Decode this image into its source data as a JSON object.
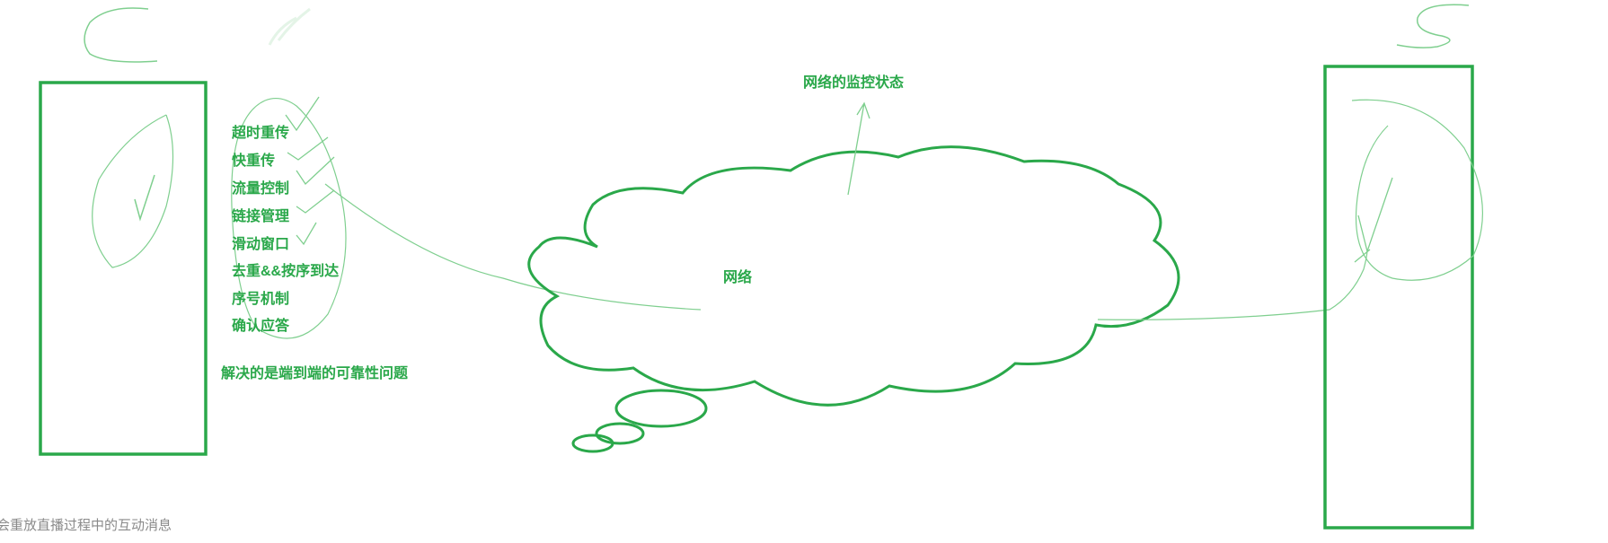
{
  "colors": {
    "ink": "#2aa84a",
    "thin_ink": "#7fcf8f",
    "caption": "#8a8a8a",
    "background": "#ffffff"
  },
  "labels": {
    "client_letter": "C",
    "server_letter": "S",
    "network_monitor": "网络的监控状态",
    "network": "网络",
    "conclusion": "解决的是端到端的可靠性问题"
  },
  "mechanisms": [
    "超时重传",
    "快重传",
    "流量控制",
    "链接管理",
    "滑动窗口",
    "去重&&按序到达",
    "序号机制",
    "确认应答"
  ],
  "caption": "会重放直播过程中的互动消息"
}
